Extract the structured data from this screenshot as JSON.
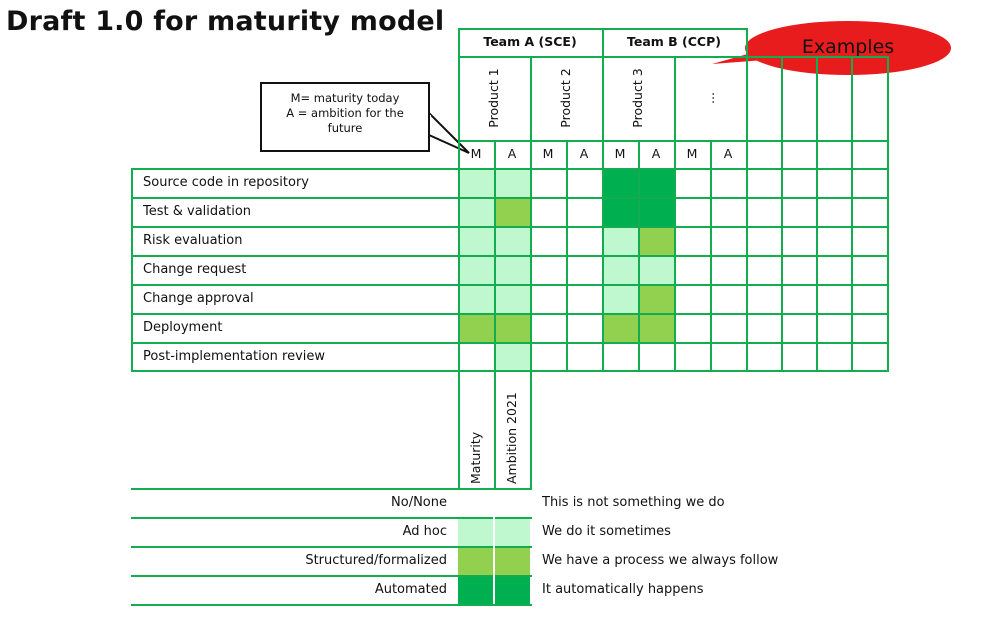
{
  "title": "Draft 1.0 for maturity model",
  "teams": [
    {
      "label": "Team A (SCE)"
    },
    {
      "label": "Team B (CCP)"
    }
  ],
  "products": [
    "Product 1",
    "Product 2",
    "Product  3",
    "..."
  ],
  "ma_labels": [
    "M",
    "A",
    "M",
    "A",
    "M",
    "A",
    "M",
    "A"
  ],
  "callout": {
    "line1": "M= maturity today",
    "line2": "A = ambition for the",
    "line3": "future"
  },
  "examples_label": "Examples",
  "rows": [
    {
      "label": "Source code in repository",
      "levels": [
        1,
        1,
        0,
        0,
        3,
        3,
        0,
        0
      ]
    },
    {
      "label": "Test & validation",
      "levels": [
        1,
        2,
        0,
        0,
        3,
        3,
        0,
        0
      ]
    },
    {
      "label": "Risk evaluation",
      "levels": [
        1,
        1,
        0,
        0,
        1,
        2,
        0,
        0
      ]
    },
    {
      "label": "Change request",
      "levels": [
        1,
        1,
        0,
        0,
        1,
        1,
        0,
        0
      ]
    },
    {
      "label": "Change approval",
      "levels": [
        1,
        1,
        0,
        0,
        1,
        2,
        0,
        0
      ]
    },
    {
      "label": "Deployment",
      "levels": [
        2,
        2,
        0,
        0,
        2,
        2,
        0,
        0
      ]
    },
    {
      "label": "Post-implementation review",
      "levels": [
        0,
        1,
        0,
        0,
        0,
        0,
        0,
        0
      ]
    }
  ],
  "axis_labels": {
    "maturity": "Maturity",
    "ambition": "Ambition 2021"
  },
  "colors": {
    "grid": "#13ad4f",
    "level_0": "#ffffff",
    "level_1": "#bff7cf",
    "level_2": "#92d050",
    "level_3": "#00b050",
    "bubble": "#e81c1c"
  },
  "legend": [
    {
      "level": 0,
      "name": "No/None",
      "desc": "This is not something we do"
    },
    {
      "level": 1,
      "name": "Ad hoc",
      "desc": "We do it sometimes"
    },
    {
      "level": 2,
      "name": "Structured/formalized",
      "desc": "We have a process we always follow"
    },
    {
      "level": 3,
      "name": "Automated",
      "desc": "It automatically happens"
    }
  ]
}
